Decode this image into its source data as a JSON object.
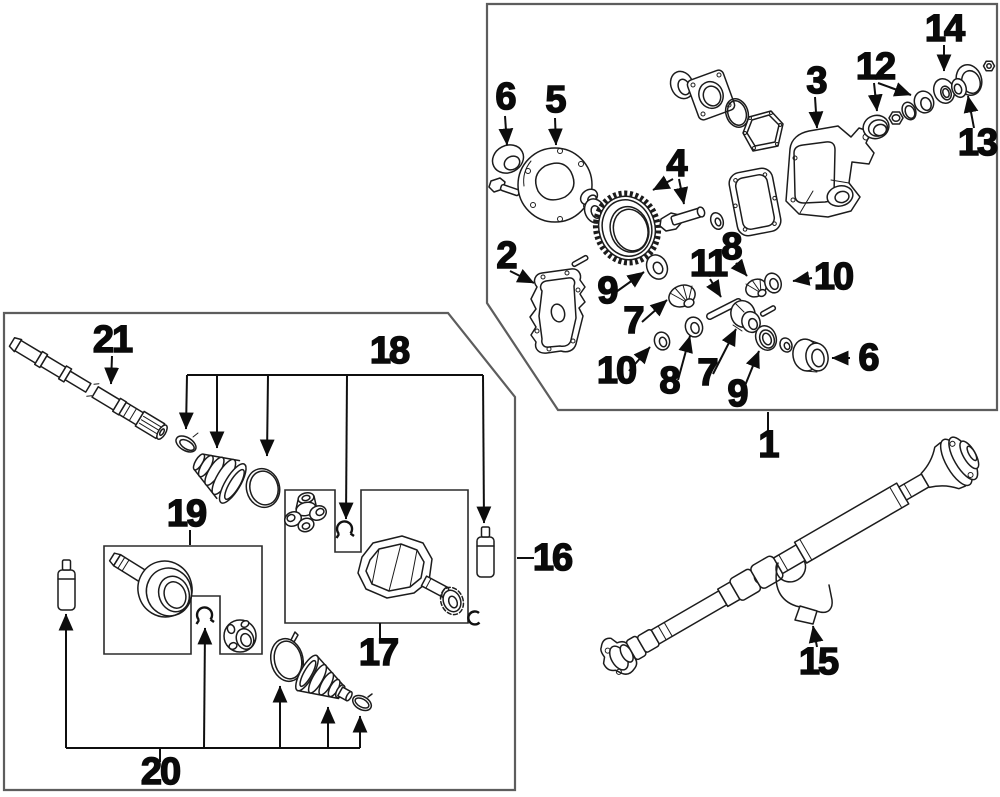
{
  "palette": {
    "background": "#ffffff",
    "part_line_color": "#1c1c1c",
    "group_box_color": "#5d5d5d",
    "label_color": "#0a0a0a"
  },
  "callouts": [
    {
      "label": "6"
    },
    {
      "label": "5"
    },
    {
      "label": "3"
    },
    {
      "label": "12"
    },
    {
      "label": "14"
    },
    {
      "label": "13"
    },
    {
      "label": "4"
    },
    {
      "label": "2"
    },
    {
      "label": "9"
    },
    {
      "label": "7"
    },
    {
      "label": "11"
    },
    {
      "label": "8"
    },
    {
      "label": "10"
    },
    {
      "label": "10"
    },
    {
      "label": "8"
    },
    {
      "label": "7"
    },
    {
      "label": "9"
    },
    {
      "label": "6"
    },
    {
      "label": "1"
    },
    {
      "label": "15"
    },
    {
      "label": "16"
    },
    {
      "label": "21"
    },
    {
      "label": "18"
    },
    {
      "label": "19"
    },
    {
      "label": "17"
    },
    {
      "label": "20"
    }
  ]
}
